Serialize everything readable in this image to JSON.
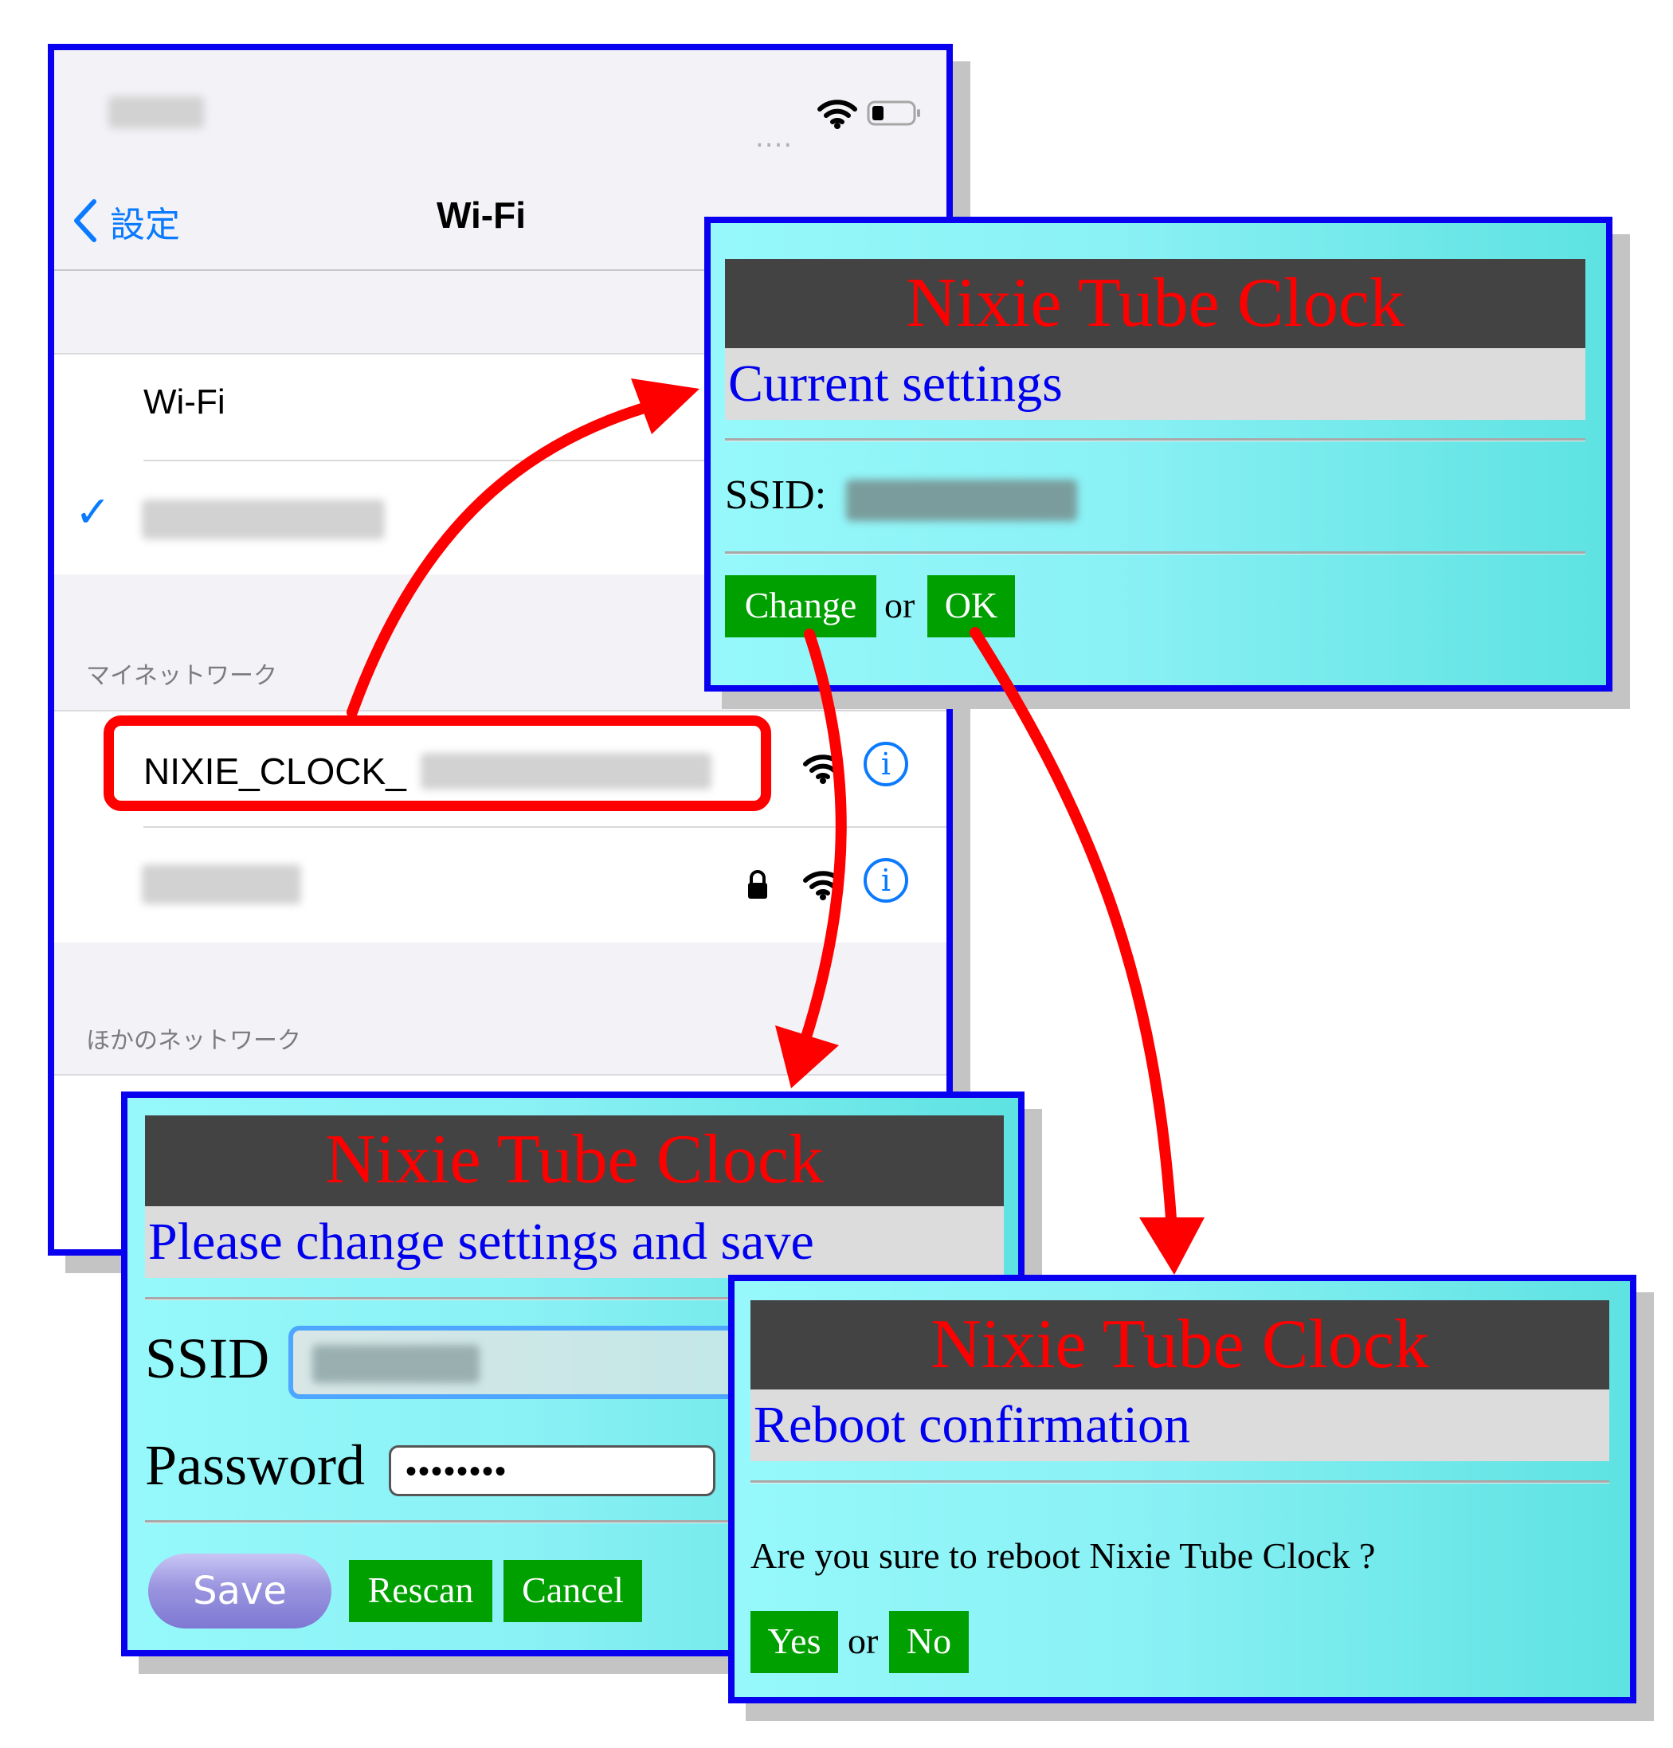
{
  "ios": {
    "back_label": "設定",
    "nav_title": "Wi-Fi",
    "wifi_toggle_label": "Wi-Fi",
    "my_networks_header": "マイネットワーク",
    "network_1_prefix": "NIXIE_CLOCK_",
    "other_networks_header": "ほかのネットワーク",
    "status_dots": "....",
    "check_glyph": "✓",
    "info_glyph": "i"
  },
  "current_settings": {
    "title": "Nixie Tube Clock",
    "subtitle": "Current settings",
    "ssid_label": "SSID:",
    "change_button": "Change",
    "or_text": "or",
    "ok_button": "OK"
  },
  "change_settings": {
    "title": "Nixie Tube Clock",
    "subtitle": "Please change settings and save",
    "ssid_label": "SSID",
    "password_label": "Password",
    "password_value": "••••••••",
    "save_button": "Save",
    "rescan_button": "Rescan",
    "cancel_button": "Cancel"
  },
  "reboot": {
    "title": "Nixie Tube Clock",
    "subtitle": "Reboot confirmation",
    "message": "Are you sure to reboot Nixie Tube Clock ?",
    "yes_button": "Yes",
    "or_text": "or",
    "no_button": "No"
  },
  "colors": {
    "panel_border": "#0a00f0",
    "header_bg": "#434343",
    "header_text": "#ff0000",
    "subtitle_text": "#0000ee",
    "button_green": "#00a000",
    "arrow_red": "#ff0000",
    "ios_blue": "#0a7aff"
  },
  "icons": [
    "back-chevron-icon",
    "wifi-signal-icon",
    "battery-icon",
    "checkmark-icon",
    "lock-icon",
    "info-icon"
  ]
}
